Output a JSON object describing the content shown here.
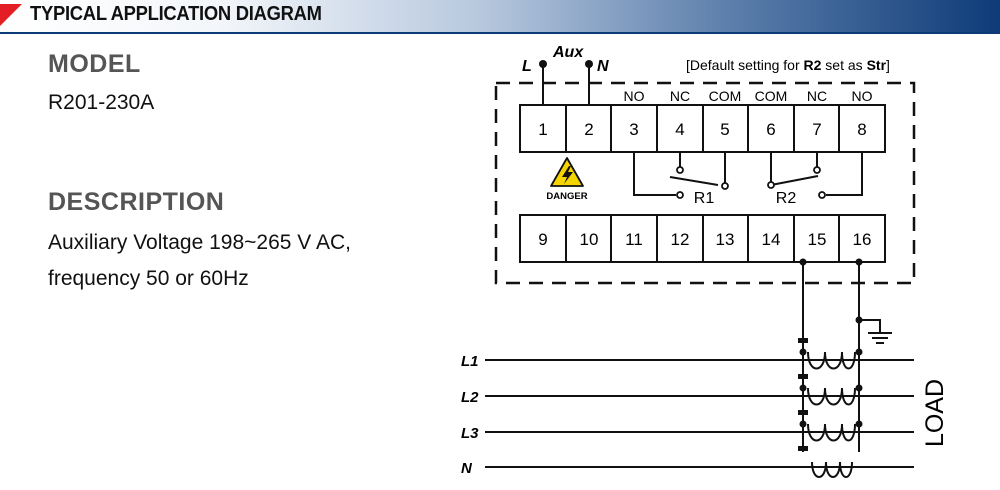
{
  "header": {
    "title": "TYPICAL APPLICATION DIAGRAM"
  },
  "model": {
    "heading": "MODEL",
    "value": "R201-230A"
  },
  "description": {
    "heading": "DESCRIPTION",
    "line1": "Auxiliary Voltage 198~265 V AC,",
    "line2": "frequency 50 or 60Hz"
  },
  "diagram": {
    "supply_labels": {
      "line": "L",
      "aux": "Aux",
      "neutral": "N"
    },
    "note_prefix": "[Default setting for ",
    "note_bold_r2": "R2",
    "note_middle": " set as ",
    "note_bold_str": "Str",
    "note_suffix": "]",
    "top_terminal_labels": [
      "",
      "",
      "NO",
      "NC",
      "COM",
      "COM",
      "NC",
      "NO"
    ],
    "top_terminals": [
      "1",
      "2",
      "3",
      "4",
      "5",
      "6",
      "7",
      "8"
    ],
    "bottom_terminals": [
      "9",
      "10",
      "11",
      "12",
      "13",
      "14",
      "15",
      "16"
    ],
    "relay_labels": [
      "R1",
      "R2"
    ],
    "danger_label": "DANGER",
    "phase_lines": [
      "L1",
      "L2",
      "L3",
      "N"
    ],
    "load_label": "LOAD"
  },
  "colors": {
    "danger_yellow": "#f5d400",
    "header_accent": "#e31e24",
    "header_blue": "#0e3b78"
  }
}
